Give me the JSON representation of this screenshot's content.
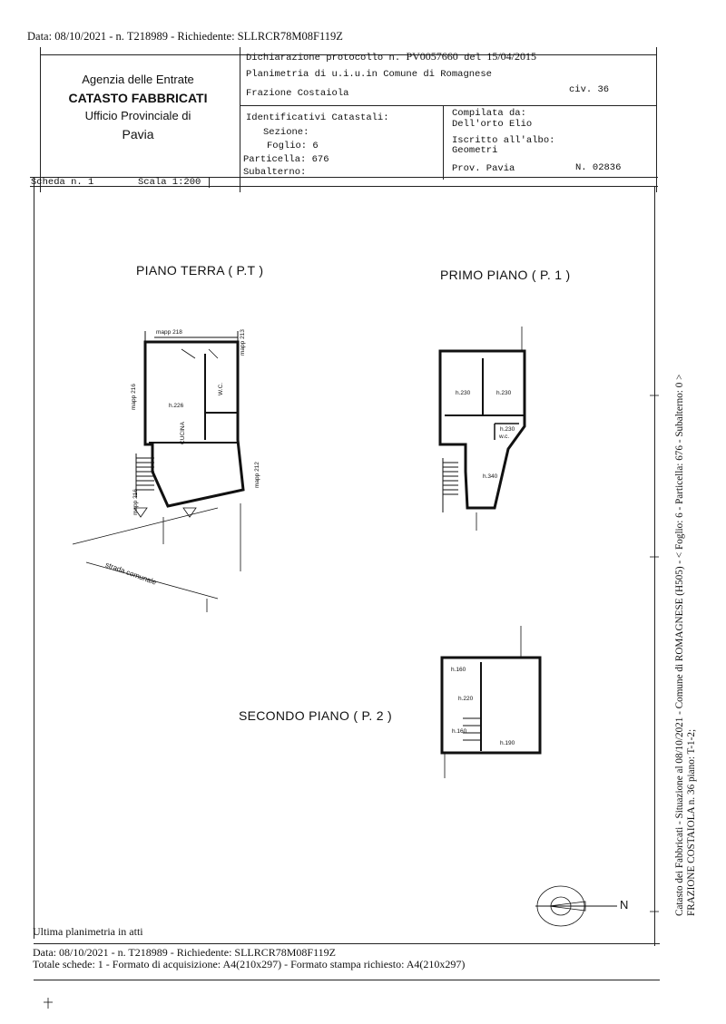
{
  "header_line": "Data: 08/10/2021 - n. T218989 - Richiedente: SLLRCR78M08F119Z",
  "agency": {
    "line1": "Agenzia delle Entrate",
    "line2": "CATASTO FABBRICATI",
    "line3": "Ufficio Provinciale di",
    "line4": "Pavia"
  },
  "declaration": {
    "protocol_label": "Dichiarazione protocollo n.",
    "protocol_number": "PV0057660",
    "date_label": "del",
    "date": "15/04/2015",
    "planimetria": "Planimetria di u.i.u.in Comune di Romagnese",
    "frazione": "Frazione Costaiola",
    "civico": "civ. 36"
  },
  "identifiers": {
    "title": "Identificativi Catastali:",
    "sezione_label": "Sezione:",
    "foglio_label": "Foglio:",
    "foglio_value": "6",
    "particella_label": "Particella:",
    "particella_value": "676",
    "subalterno_label": "Subalterno:"
  },
  "compiler": {
    "compilata_label": "Compilata da:",
    "name": "Dell'orto Elio",
    "iscritto_label": "Iscritto all'albo:",
    "albo": "Geometri",
    "prov": "Prov. Pavia",
    "number": "N. 02836"
  },
  "scheda": {
    "label": "Scheda n. 1",
    "scala": "Scala 1:200"
  },
  "plans": {
    "ground_title": "PIANO TERRA ( P.T )",
    "first_title": "PRIMO PIANO ( P. 1 )",
    "second_title": "SECONDO PIANO ( P. 2 )"
  },
  "labels": {
    "mapp218": "mapp 218",
    "mapp213": "mapp 213",
    "mapp216a": "mapp 216",
    "mapp216b": "mapp 216",
    "mapp212": "mapp 212",
    "h226": "h.226",
    "wc": "W.C.",
    "cucina": "CUCINA",
    "strada": "strada comunale",
    "h230a": "h.230",
    "h230b": "h.230",
    "h230c": "h.230",
    "wc2": "w.c.",
    "h340": "h.340",
    "h160a": "h.160",
    "h220": "h.220",
    "h160b": "h.160",
    "h190": "h.190",
    "north": "N"
  },
  "sidebar": {
    "line1": "Catasto dei Fabbricati - Situazione al 08/10/2021 - Comune di ROMAGNESE (H505) - < Foglio: 6 - Particella: 676 - Subalterno: 0 >",
    "line2": "FRAZIONE COSTAIOLA n. 36 piano: T-1-2;"
  },
  "footer": {
    "ultima": "Ultima planimetria in atti",
    "data_line": "Data: 08/10/2021 - n. T218989 - Richiedente: SLLRCR78M08F119Z",
    "totale_line": "Totale schede: 1 - Formato di acquisizione: A4(210x297) - Formato stampa richiesto: A4(210x297)"
  }
}
